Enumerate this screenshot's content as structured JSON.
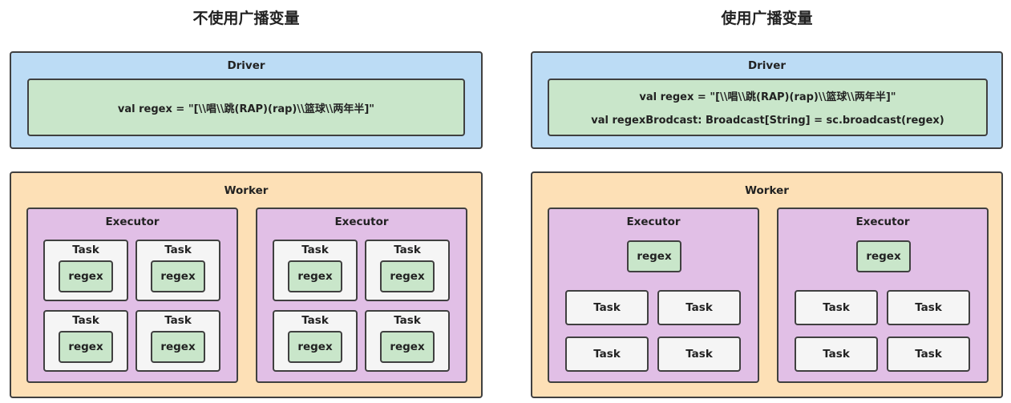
{
  "left": {
    "title": "不使用广播变量",
    "driver": {
      "label": "Driver",
      "code": "val regex = \"[\\\\唱\\\\跳(RAP)(rap)\\\\篮球\\\\两年半]\""
    },
    "worker": {
      "label": "Worker"
    },
    "executor_label": "Executor",
    "task_label": "Task",
    "regex_label": "regex"
  },
  "right": {
    "title": "使用广播变量",
    "driver": {
      "label": "Driver",
      "code_line1": "val regex = \"[\\\\唱\\\\跳(RAP)(rap)\\\\篮球\\\\两年半]\"",
      "code_line2": "val regexBrodcast: Broadcast[String] = sc.broadcast(regex)"
    },
    "worker": {
      "label": "Worker"
    },
    "executor_label": "Executor",
    "task_label": "Task",
    "regex_label": "regex"
  },
  "colors": {
    "driver": "#bcdcf5",
    "worker": "#fde0b6",
    "executor": "#e1bfe6",
    "task": "#f5f5f5",
    "regex": "#c9e6ca",
    "border": "#404040"
  }
}
